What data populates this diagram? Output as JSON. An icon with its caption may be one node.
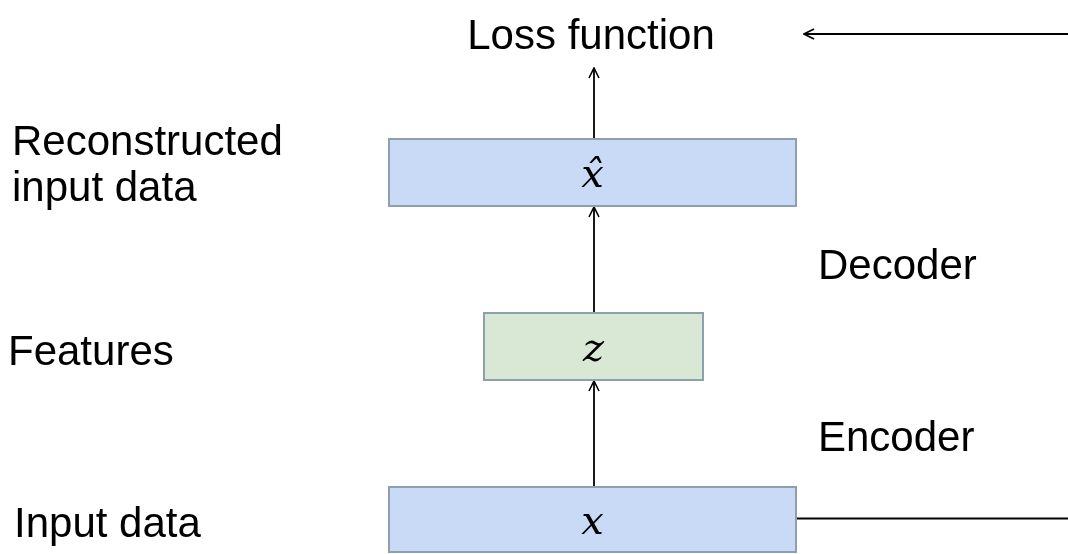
{
  "diagram": {
    "nodes": [
      {
        "text": [
          "Loss function"
        ]
      },
      {
        "text": [
          "x̂"
        ]
      },
      {
        "text": [
          "z"
        ]
      },
      {
        "text": [
          "x"
        ]
      }
    ],
    "edges": [
      {
        "from": 3,
        "to": 2,
        "arrow": "to"
      },
      {
        "from": 2,
        "to": 1,
        "arrow": "to"
      },
      {
        "from": 1,
        "to": 0,
        "arrow": "to"
      },
      {
        "from": 3,
        "to": null,
        "arrow": "none"
      },
      {
        "from": null,
        "to": 0,
        "arrow": "to"
      }
    ],
    "labels": [
      "Reconstructed input data",
      "Decoder",
      "Features",
      "Encoder",
      "Input data"
    ]
  }
}
